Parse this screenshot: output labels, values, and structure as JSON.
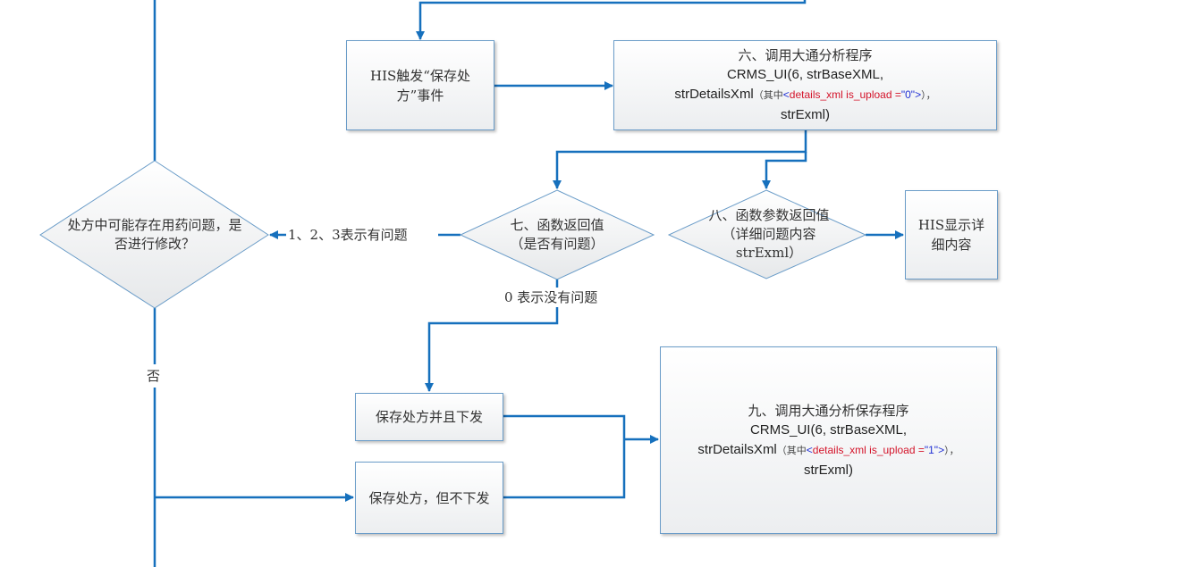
{
  "colors": {
    "connector": "#1670bd",
    "node_border": "#6a9cc8",
    "xml_tag": "#1f2ed4",
    "xml_attr": "#d4142a"
  },
  "nodes": {
    "his_trigger": {
      "text": "HIS触发“保存处方”事件"
    },
    "step6": {
      "title": "六、调用大通分析程序",
      "line1": "CRMS_UI(6, strBaseXML,",
      "line2_prefix": "strDetailsXml",
      "line2_note": "（其中",
      "line2_tag_open": "<",
      "line2_attr": "details_xml is_upload =",
      "line2_value": "\"0\">",
      "line2_suffix": "），",
      "line3": "strExml)"
    },
    "decision_modify": {
      "text": "处方中可能存在用药问题，是否进行修改？"
    },
    "step7": {
      "line1": "七、函数返回值",
      "line2": "（是否有问题）"
    },
    "step8": {
      "line1": "八、函数参数返回值",
      "line2": "（详细问题内容",
      "line3": "strExml）"
    },
    "his_show": {
      "text": "HIS显示详细内容"
    },
    "save_issue": {
      "text": "保存处方并且下发"
    },
    "save_no_issue": {
      "text": "保存处方，但不下发"
    },
    "step9": {
      "title": "九、调用大通分析保存程序",
      "line1": "CRMS_UI(6, strBaseXML,",
      "line2_prefix": "strDetailsXml",
      "line2_note": "（其中",
      "line2_tag_open": "<",
      "line2_attr": "details_xml is_upload =",
      "line2_value": "\"1\">",
      "line2_suffix": "），",
      "line3": "strExml)"
    }
  },
  "edge_labels": {
    "has_problem": "1、2、3表示有问题",
    "no_problem": "0 表示没有问题",
    "no": "否"
  }
}
